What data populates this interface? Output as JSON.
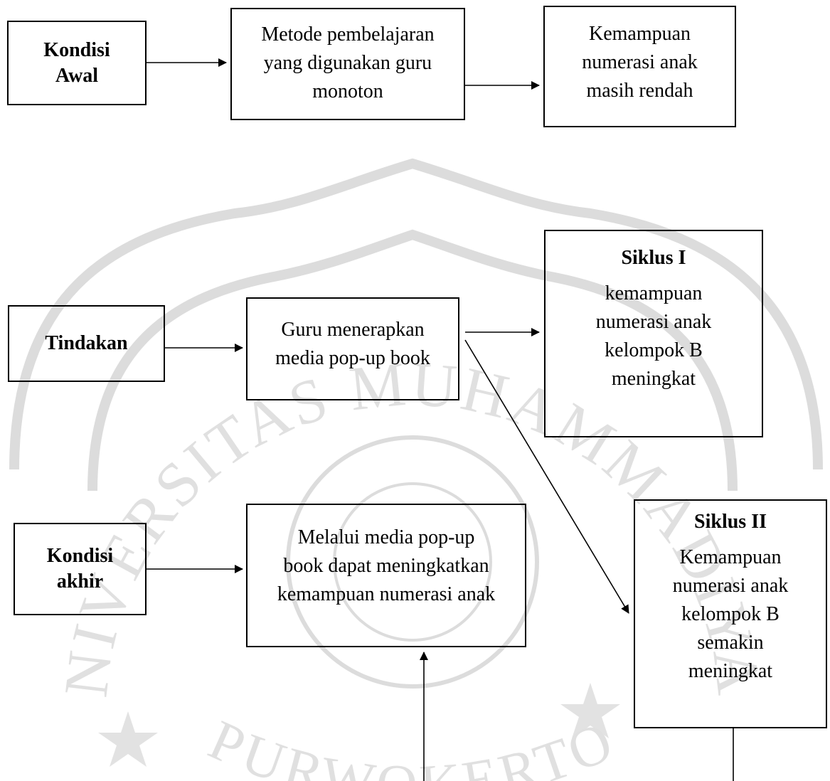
{
  "top_row": {
    "kondisi_awal": [
      "Kondisi",
      "Awal"
    ],
    "metode": [
      "Metode pembelajaran",
      "yang digunakan guru",
      "monoton"
    ],
    "kemampuan_awal": [
      "Kemampuan",
      "numerasi anak",
      "masih rendah"
    ]
  },
  "middle_row": {
    "tindakan": "Tindakan",
    "guru": [
      "Guru menerapkan",
      "media pop-up book"
    ],
    "siklus1": {
      "title": "Siklus I",
      "body": [
        "kemampuan",
        "numerasi anak",
        "kelompok B",
        "meningkat"
      ]
    }
  },
  "bottom_row": {
    "kondisi_akhir": [
      "Kondisi",
      "akhir"
    ],
    "melalui": [
      "Melalui media pop-up",
      "book dapat meningkatkan",
      "kemampuan numerasi anak"
    ],
    "siklus2": {
      "title": "Siklus II",
      "body": [
        "Kemampuan",
        "numerasi anak",
        "kelompok B",
        "semakin",
        "meningkat"
      ]
    }
  },
  "watermark": {
    "text_top": "UNIVERSITAS MUHAMMADIYAH",
    "text_bottom": "PURWOKERTO",
    "color": "#d9d9d9"
  },
  "colors": {
    "stroke": "#000000",
    "background": "#ffffff"
  }
}
